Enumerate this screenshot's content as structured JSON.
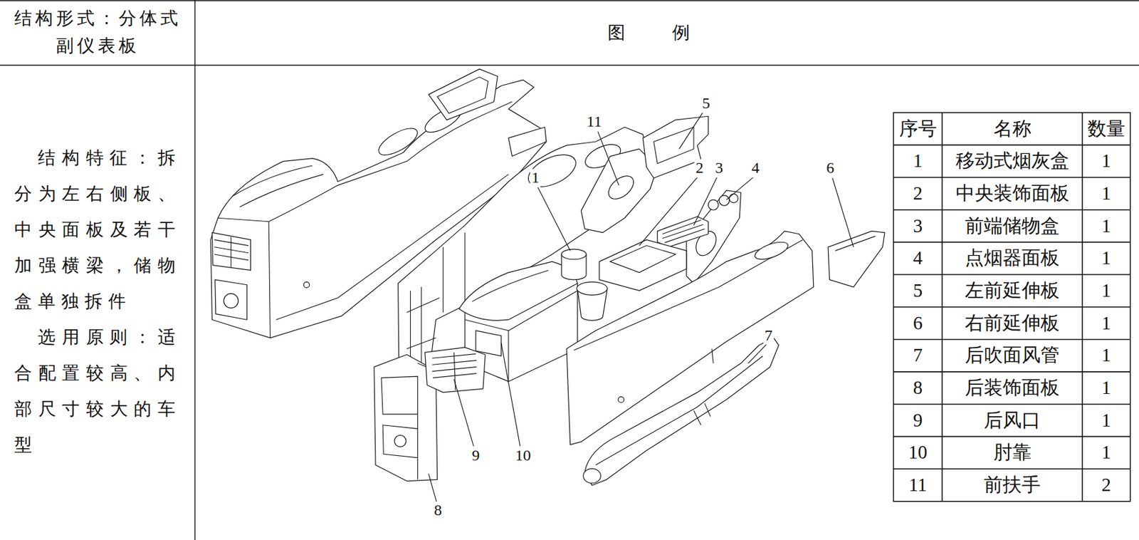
{
  "diagram": {
    "nodes": [
      {
        "text": [
          "结构形式：分体式 副仪表板"
        ]
      },
      {
        "text": [
          "图例"
        ]
      },
      {
        "text": [
          "结构特征：拆分为左右侧板、中央面板及若干加强横梁，储物盒单独拆件",
          "选用原则：适合配置较高、内部尺寸较大的车型"
        ]
      }
    ],
    "labels": [
      "11",
      "5",
      "1",
      "2",
      "3",
      "4",
      "6",
      "7",
      "9",
      "10",
      "8",
      "序号",
      "名称",
      "数量",
      "1",
      "移动式烟灰盒",
      "1",
      "2",
      "中央装饰面板",
      "1",
      "3",
      "前端储物盒",
      "1",
      "4",
      "点烟器面板",
      "1",
      "5",
      "左前延伸板",
      "1",
      "6",
      "右前延伸板",
      "1",
      "7",
      "后吹面风管",
      "1",
      "8",
      "后装饰面板",
      "1",
      "9",
      "后风口",
      "1",
      "10",
      "肘靠",
      "1",
      "11",
      "前扶手",
      "2"
    ]
  }
}
